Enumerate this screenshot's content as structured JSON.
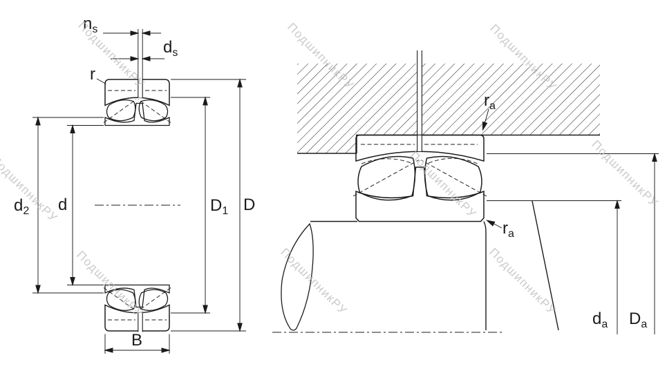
{
  "watermark": {
    "text": "ПодшипникРУ"
  },
  "colors": {
    "line": "#1b1b1b",
    "hatch": "#2e2e2e",
    "watermark": "#bdbdbd",
    "background": "#ffffff"
  },
  "labels": {
    "ns": {
      "main": "n",
      "sub": "s"
    },
    "ds": {
      "main": "d",
      "sub": "s"
    },
    "r": {
      "main": "r"
    },
    "d2": {
      "main": "d",
      "sub": "2"
    },
    "d": {
      "main": "d"
    },
    "D1": {
      "main": "D",
      "sub": "1"
    },
    "D": {
      "main": "D"
    },
    "B": {
      "main": "B"
    },
    "ra_top": {
      "main": "r",
      "sub": "a"
    },
    "ra_bottom": {
      "main": "r",
      "sub": "a"
    },
    "da": {
      "main": "d",
      "sub": "a"
    },
    "Da": {
      "main": "D",
      "sub": "a"
    }
  }
}
